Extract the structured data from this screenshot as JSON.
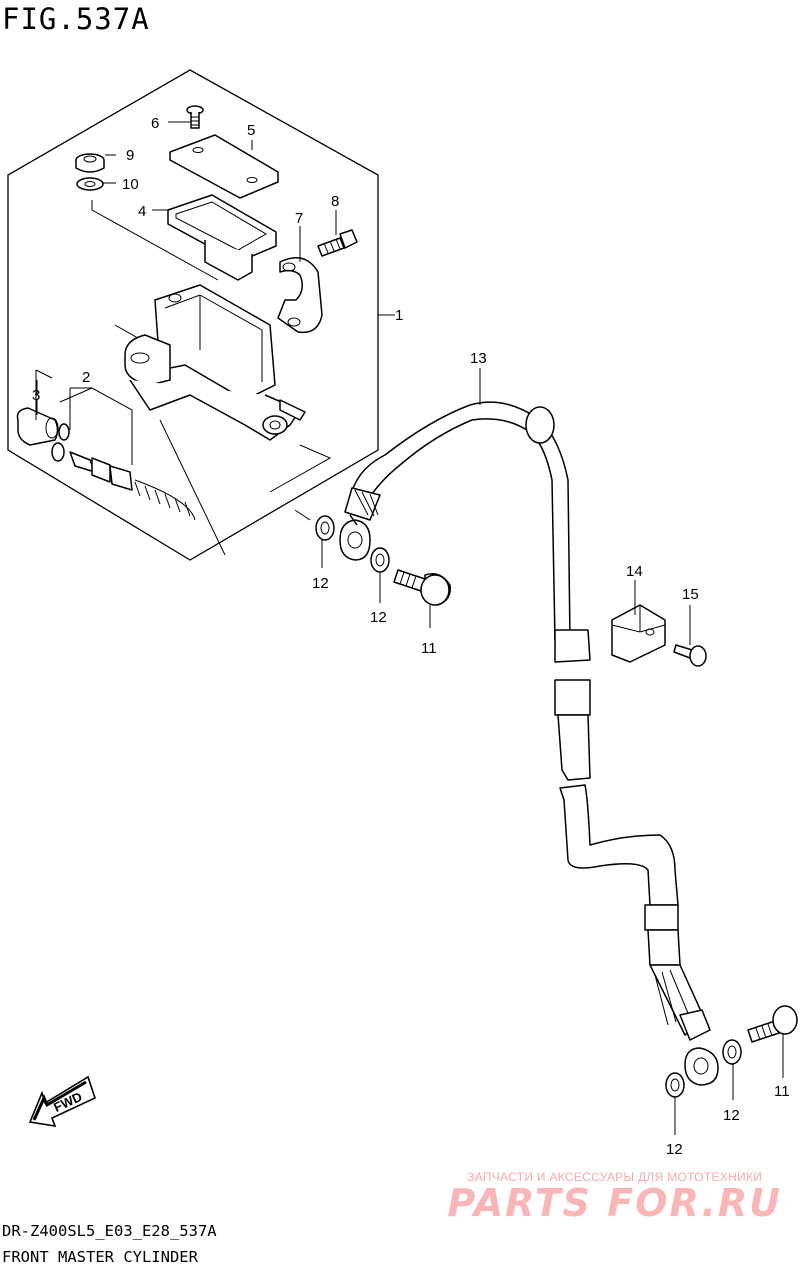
{
  "figure": {
    "title": "FIG.537A",
    "model_code": "DR-Z400SL5_E03_E28_537A",
    "caption": "FRONT MASTER CYLINDER"
  },
  "callouts": {
    "c1": "1",
    "c2": "2",
    "c3": "3",
    "c4": "4",
    "c5": "5",
    "c6": "6",
    "c7": "7",
    "c8": "8",
    "c9": "9",
    "c10": "10",
    "c11a": "11",
    "c11b": "11",
    "c12a": "12",
    "c12b": "12",
    "c12c": "12",
    "c12d": "12",
    "c13": "13",
    "c14": "14",
    "c15": "15"
  },
  "direction_arrow": "FWD",
  "watermark": {
    "tagline": "ЗАПЧАСТИ И АКСЕССУАРЫ ДЛЯ МОТОТЕХНИКИ",
    "brand": "PARTS FOR.RU",
    "color": "#f4a0a0"
  }
}
